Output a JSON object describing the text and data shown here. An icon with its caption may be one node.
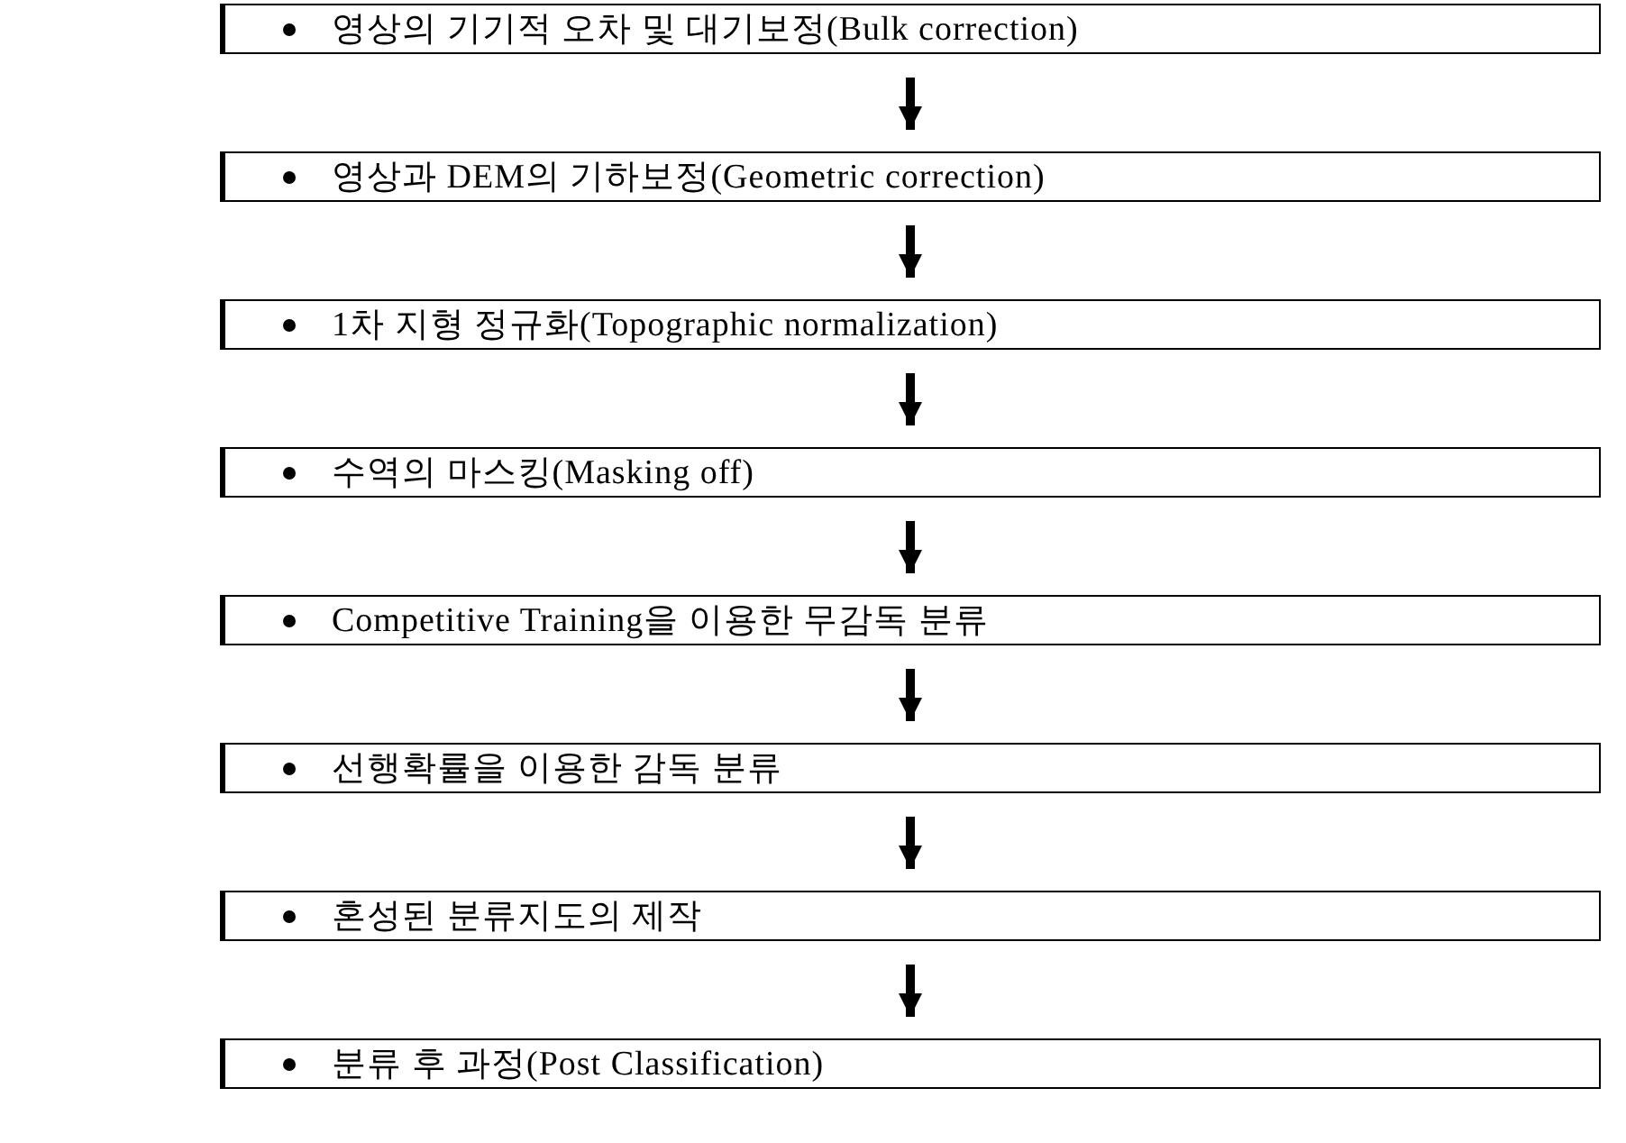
{
  "diagram": {
    "nodes": [
      {
        "text": [
          "영상의 기기적 오차 및 대기보정(Bulk correction)"
        ]
      },
      {
        "text": [
          "영상과 DEM의 기하보정(Geometric correction)"
        ]
      },
      {
        "text": [
          "1차 지형 정규화(Topographic normalization)"
        ]
      },
      {
        "text": [
          "수역의 마스킹(Masking off)"
        ]
      },
      {
        "text": [
          "Competitive Training을 이용한 무감독 분류"
        ]
      },
      {
        "text": [
          "선행확률을 이용한 감독 분류"
        ]
      },
      {
        "text": [
          "혼성된 분류지도의 제작"
        ]
      },
      {
        "text": [
          "분류 후 과정(Post Classification)"
        ]
      }
    ],
    "edges": [
      {
        "from": 0,
        "to": 1,
        "arrow": "to"
      },
      {
        "from": 1,
        "to": 2,
        "arrow": "to"
      },
      {
        "from": 2,
        "to": 3,
        "arrow": "to"
      },
      {
        "from": 3,
        "to": 4,
        "arrow": "to"
      },
      {
        "from": 4,
        "to": 5,
        "arrow": "to"
      },
      {
        "from": 5,
        "to": 6,
        "arrow": "to"
      },
      {
        "from": 6,
        "to": 7,
        "arrow": "to"
      }
    ]
  }
}
